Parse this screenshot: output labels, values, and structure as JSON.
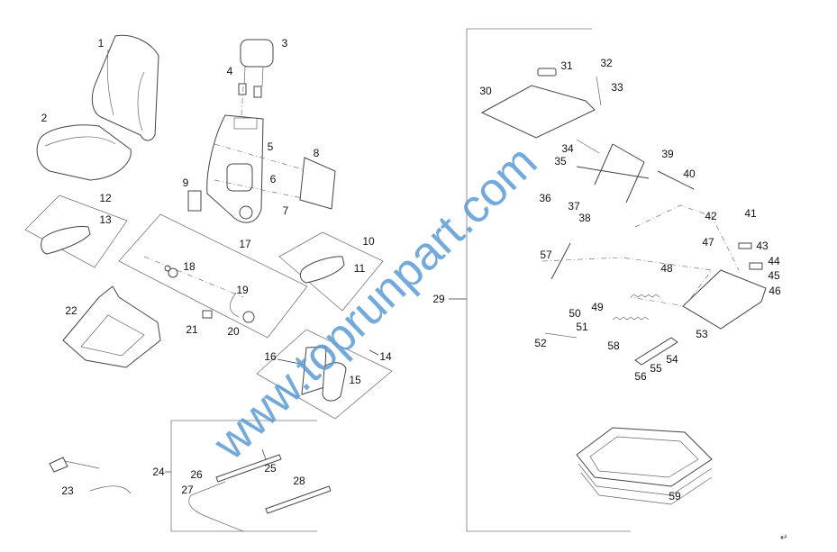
{
  "diagram": {
    "title_hidden": null,
    "callouts": [
      "1",
      "2",
      "3",
      "4",
      "5",
      "6",
      "7",
      "8",
      "9",
      "10",
      "11",
      "12",
      "13",
      "14",
      "15",
      "16",
      "17",
      "18",
      "19",
      "20",
      "21",
      "22",
      "23",
      "24",
      "25",
      "26",
      "27",
      "28",
      "29",
      "30",
      "31",
      "32",
      "33",
      "34",
      "35",
      "36",
      "37",
      "38",
      "39",
      "40",
      "41",
      "42",
      "43",
      "44",
      "45",
      "46",
      "47",
      "48",
      "49",
      "50",
      "51",
      "52",
      "53",
      "54",
      "55",
      "56",
      "57",
      "58",
      "59"
    ],
    "watermark": "www.toprunpart.com",
    "return_mark": "↵"
  }
}
